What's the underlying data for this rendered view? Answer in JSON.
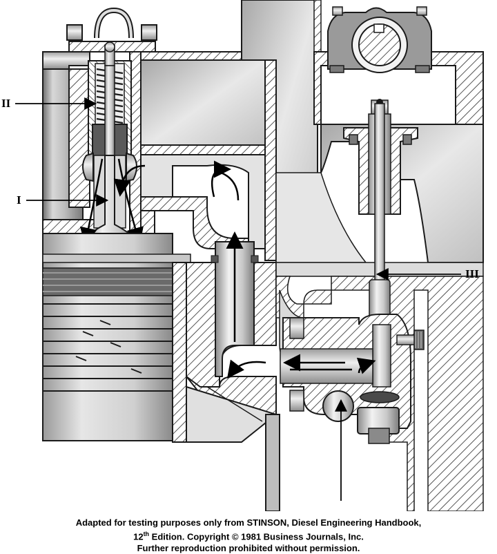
{
  "labels": {
    "valve_cage": "II",
    "exhaust_valve": "I",
    "fuel_injector": "III"
  },
  "caption": {
    "line1": "Adapted for testing purposes only from STINSON, Diesel Engineering Handbook,",
    "line2_number": "12",
    "line2_ordinal": "th",
    "line2_rest": " Edition. Copyright © 1981 Business Journals, Inc.",
    "line3": "Further reproduction prohibited without permission."
  },
  "colors": {
    "outline": "#1a1a1a",
    "metal_light": "#e4e4e4",
    "metal_mid": "#bdbdbd",
    "metal_dark": "#7a7a7a",
    "hatch": "#2a2a2a"
  }
}
